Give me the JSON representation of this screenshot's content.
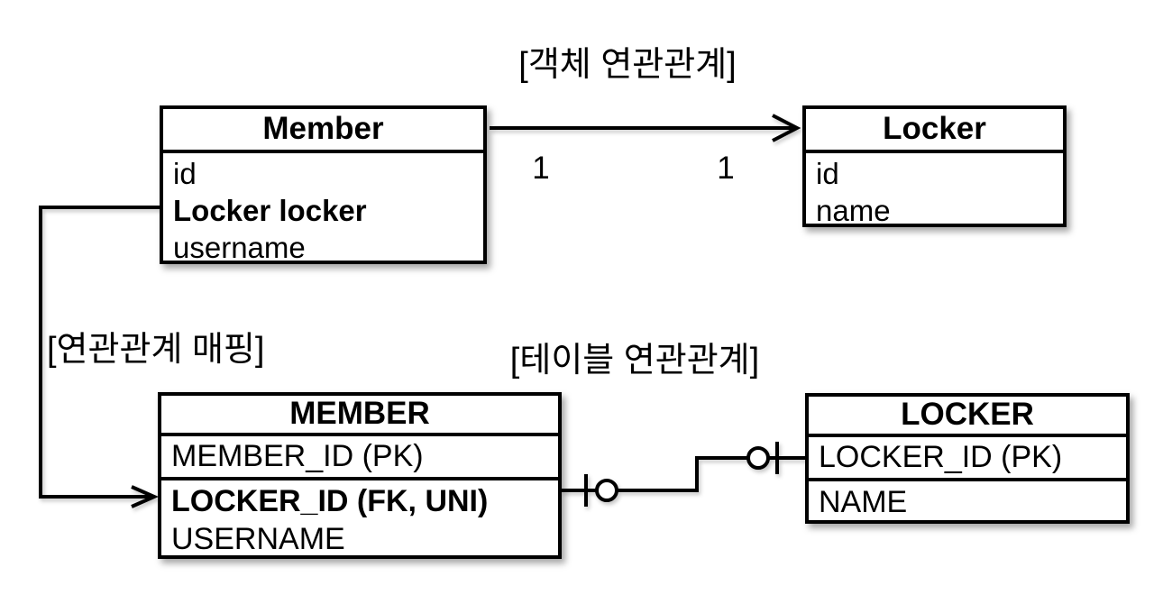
{
  "titles": {
    "object_association": "[객체 연관관계]",
    "association_mapping": "[연관관계 매핑]",
    "table_association": "[테이블 연관관계]"
  },
  "object_diagram": {
    "member": {
      "title": "Member",
      "fields": [
        "id",
        "Locker locker",
        "username"
      ]
    },
    "locker": {
      "title": "Locker",
      "fields": [
        "id",
        "name"
      ]
    },
    "multiplicity_source": "1",
    "multiplicity_target": "1"
  },
  "table_diagram": {
    "member": {
      "title": "MEMBER",
      "primary_key": "MEMBER_ID (PK)",
      "columns": [
        "LOCKER_ID (FK, UNI)",
        "USERNAME"
      ]
    },
    "locker": {
      "title": "LOCKER",
      "primary_key": "LOCKER_ID (PK)",
      "columns": [
        "NAME"
      ]
    }
  },
  "connectors": {
    "object_arrow": "one-to-one directed arrow",
    "mapping_arrow": "foreign key mapping arrow",
    "table_relation": "zero-or-one to zero-or-one"
  },
  "colors": {
    "line": "#000000",
    "background": "#ffffff",
    "box_fill": "#ffffff"
  }
}
